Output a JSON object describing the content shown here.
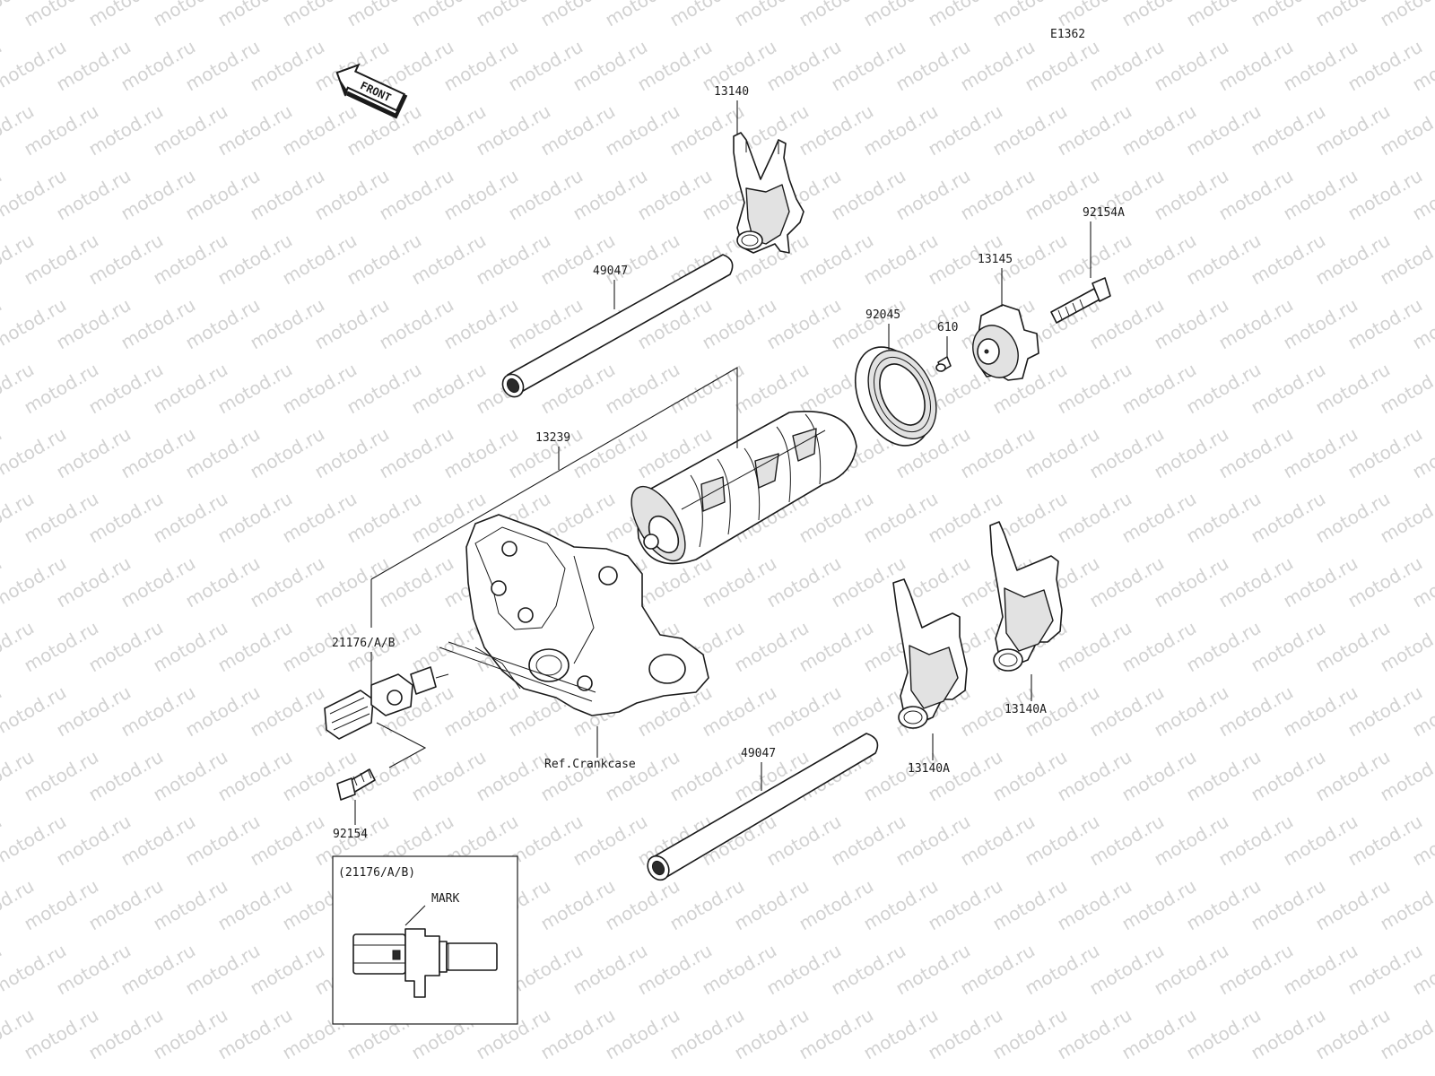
{
  "diagram": {
    "code": "E1362",
    "watermark": "motod.ru",
    "front_indicator": "FRONT",
    "reference_label": "Ref.Crankcase",
    "parts": [
      {
        "id": "shift-fork-13140",
        "number": "13140"
      },
      {
        "id": "fork-shaft-upper",
        "number": "49047"
      },
      {
        "id": "shift-drum",
        "number": "13239"
      },
      {
        "id": "bearing",
        "number": "92045"
      },
      {
        "id": "pin",
        "number": "610"
      },
      {
        "id": "drum-cam",
        "number": "13145"
      },
      {
        "id": "bolt-92154a",
        "number": "92154A"
      },
      {
        "id": "gear-sensor",
        "number": "21176/A/B"
      },
      {
        "id": "bolt-92154",
        "number": "92154"
      },
      {
        "id": "fork-shaft-lower",
        "number": "49047"
      },
      {
        "id": "shift-fork-13140a-left",
        "number": "13140A"
      },
      {
        "id": "shift-fork-13140a-right",
        "number": "13140A"
      }
    ],
    "inset": {
      "title": "(21176/A/B)",
      "mark_label": "MARK"
    }
  }
}
